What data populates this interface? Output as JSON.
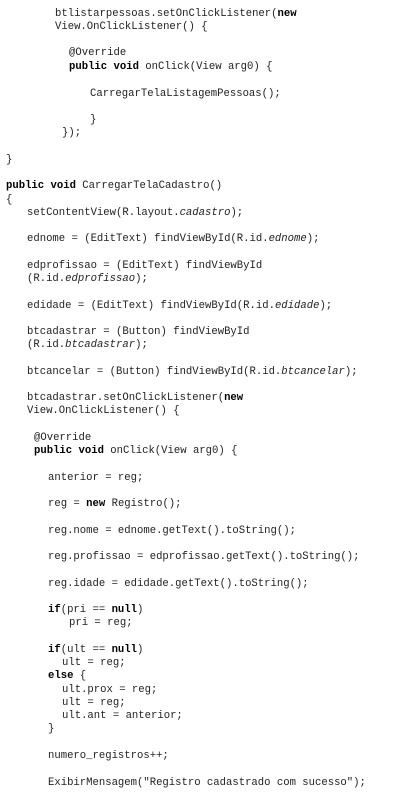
{
  "document": {
    "lines": [
      [
        {
          "t": "btlistarpessoas.setOnClickListener("
        },
        {
          "t": "new",
          "s": "b"
        }
      ],
      [
        {
          "t": "View.OnClickListener() {"
        }
      ],
      [
        {
          "t": "@Override"
        }
      ],
      [
        {
          "t": "public void",
          "s": "b"
        },
        {
          "t": " onClick(View arg0) {"
        }
      ],
      [
        {
          "t": "CarregarTelaListagemPessoas();"
        }
      ],
      [
        {
          "t": "}"
        }
      ],
      [
        {
          "t": "});"
        }
      ],
      [
        {
          "t": "}"
        }
      ],
      [
        {
          "t": "public void",
          "s": "b"
        },
        {
          "t": " CarregarTelaCadastro()"
        }
      ],
      [
        {
          "t": "{"
        }
      ],
      [
        {
          "t": "setContentView(R.layout."
        },
        {
          "t": "cadastro",
          "s": "i"
        },
        {
          "t": ");"
        }
      ],
      [
        {
          "t": "ednome = (EditText) findViewById(R.id."
        },
        {
          "t": "ednome",
          "s": "i"
        },
        {
          "t": ");"
        }
      ],
      [
        {
          "t": "edprofissao = (EditText) findViewById"
        }
      ],
      [
        {
          "t": "(R.id."
        },
        {
          "t": "edprofissao",
          "s": "i"
        },
        {
          "t": ");"
        }
      ],
      [
        {
          "t": "edidade = (EditText) findViewById(R.id."
        },
        {
          "t": "edidade",
          "s": "i"
        },
        {
          "t": ");"
        }
      ],
      [
        {
          "t": "btcadastrar = (Button) findViewById"
        }
      ],
      [
        {
          "t": "(R.id."
        },
        {
          "t": "btcadastrar",
          "s": "i"
        },
        {
          "t": ");"
        }
      ],
      [
        {
          "t": "btcancelar = (Button) findViewById(R.id."
        },
        {
          "t": "btcancelar",
          "s": "i"
        },
        {
          "t": ");"
        }
      ],
      [
        {
          "t": "btcadastrar.setOnClickListener("
        },
        {
          "t": "new",
          "s": "b"
        }
      ],
      [
        {
          "t": "View.OnClickListener() {"
        }
      ],
      [
        {
          "t": "@Override"
        }
      ],
      [
        {
          "t": "public void",
          "s": "b"
        },
        {
          "t": " onClick(View arg0) {"
        }
      ],
      [
        {
          "t": "anterior = reg;"
        }
      ],
      [
        {
          "t": "reg = "
        },
        {
          "t": "new",
          "s": "b"
        },
        {
          "t": " Registro();"
        }
      ],
      [
        {
          "t": "reg.nome = ednome.getText().toString();"
        }
      ],
      [
        {
          "t": "reg.profissao = edprofissao.getText().toString();"
        }
      ],
      [
        {
          "t": "reg.idade = edidade.getText().toString();"
        }
      ],
      [
        {
          "t": "if",
          "s": "b"
        },
        {
          "t": "(pri == "
        },
        {
          "t": "null",
          "s": "b"
        },
        {
          "t": ")"
        }
      ],
      [
        {
          "t": "pri = reg;"
        }
      ],
      [
        {
          "t": "if",
          "s": "b"
        },
        {
          "t": "(ult == "
        },
        {
          "t": "null",
          "s": "b"
        },
        {
          "t": ")"
        }
      ],
      [
        {
          "t": "ult = reg;"
        }
      ],
      [
        {
          "t": "else",
          "s": "b"
        },
        {
          "t": " {"
        }
      ],
      [
        {
          "t": "ult.prox = reg;"
        }
      ],
      [
        {
          "t": "ult = reg;"
        }
      ],
      [
        {
          "t": "ult.ant = anterior;"
        }
      ],
      [
        {
          "t": "}"
        }
      ],
      [
        {
          "t": "numero_registros++;"
        }
      ],
      [
        {
          "t": "ExibirMensagem(\"Registro cadastrado com sucesso\");"
        }
      ]
    ]
  }
}
